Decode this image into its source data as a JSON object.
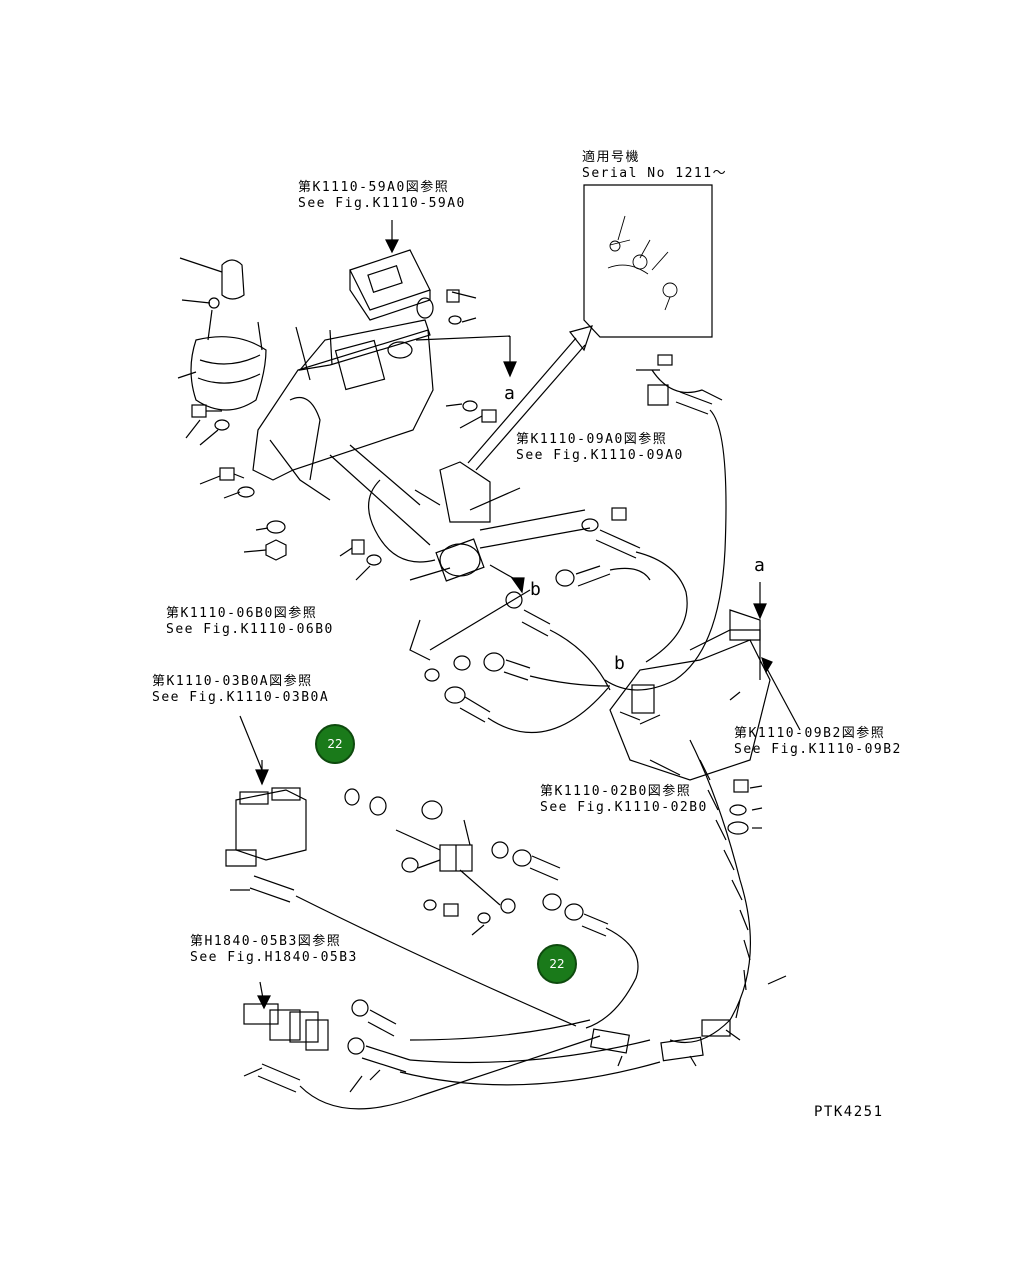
{
  "drawing_id": "PTK4251",
  "serial_box": {
    "line1": "適用号機",
    "line2": "Serial No 1211～"
  },
  "references": [
    {
      "jp": "第K1110-59A0図参照",
      "en": "See Fig.K1110-59A0"
    },
    {
      "jp": "第K1110-09A0図参照",
      "en": "See Fig.K1110-09A0"
    },
    {
      "jp": "第K1110-06B0図参照",
      "en": "See Fig.K1110-06B0"
    },
    {
      "jp": "第K1110-03B0A図参照",
      "en": "See Fig.K1110-03B0A"
    },
    {
      "jp": "第K1110-09B2図参照",
      "en": "See Fig.K1110-09B2"
    },
    {
      "jp": "第K1110-02B0図参照",
      "en": "See Fig.K1110-02B0"
    },
    {
      "jp": "第H1840-05B3図参照",
      "en": "See Fig.H1840-05B3"
    }
  ],
  "view_markers": {
    "a": "a",
    "b": "b"
  },
  "callouts": [
    "22",
    "22"
  ],
  "colors": {
    "callout_fill": "#1a7a1a",
    "line": "#000000"
  }
}
